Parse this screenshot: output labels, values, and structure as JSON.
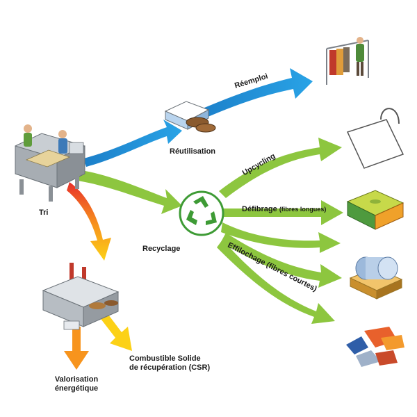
{
  "nodes": {
    "tri": "Tri",
    "reutilisation": "Réutilisation",
    "recyclage": "Recyclage",
    "csr_line1": "Combustible Solide",
    "csr_line2": "de récupération (CSR)",
    "valorisation_line1": "Valorisation",
    "valorisation_line2": "énergétique"
  },
  "arrow_labels": {
    "reemploi": "Réemploi",
    "upcycling": "Upcycling",
    "defibrage": "Défibrage",
    "defibrage_note": "(fibres longues)",
    "effilochage": "Effilochage (fibres courtes)"
  },
  "colors": {
    "blue": "#1f8fd8",
    "green": "#8dc63f",
    "dark_green": "#5aa02c",
    "red": "#e8302a",
    "orange": "#f7941d",
    "yellow": "#fcd116"
  },
  "icons": [
    "sorting-station-icon",
    "clothes-shoes-icon",
    "clothes-rack-icon",
    "tote-bag-icon",
    "folded-sweater-icon",
    "insulation-roll-icon",
    "fiber-scraps-icon",
    "recycle-symbol-icon",
    "factory-icon"
  ]
}
